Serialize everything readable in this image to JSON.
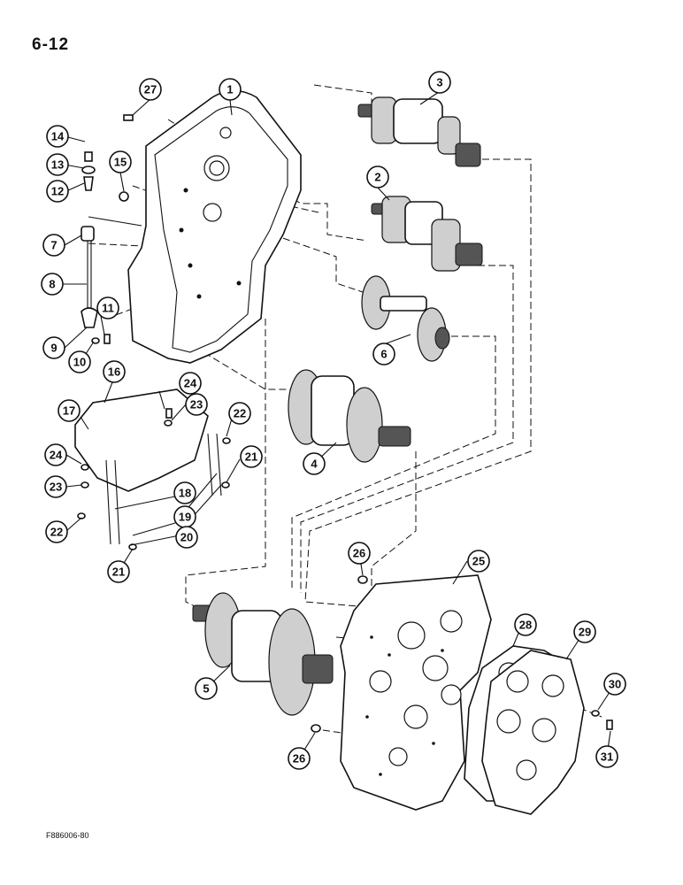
{
  "header": {
    "page_number": "6-12"
  },
  "footer": {
    "figure_code": "F886006-80"
  },
  "callouts": [
    {
      "id": "c1",
      "label": "1"
    },
    {
      "id": "c2",
      "label": "2"
    },
    {
      "id": "c3",
      "label": "3"
    },
    {
      "id": "c4",
      "label": "4"
    },
    {
      "id": "c5",
      "label": "5"
    },
    {
      "id": "c6",
      "label": "6"
    },
    {
      "id": "c7",
      "label": "7"
    },
    {
      "id": "c8",
      "label": "8"
    },
    {
      "id": "c9",
      "label": "9"
    },
    {
      "id": "c10",
      "label": "10"
    },
    {
      "id": "c11",
      "label": "11"
    },
    {
      "id": "c12",
      "label": "12"
    },
    {
      "id": "c13",
      "label": "13"
    },
    {
      "id": "c14",
      "label": "14"
    },
    {
      "id": "c15",
      "label": "15"
    },
    {
      "id": "c16",
      "label": "16"
    },
    {
      "id": "c17",
      "label": "17"
    },
    {
      "id": "c18",
      "label": "18"
    },
    {
      "id": "c19",
      "label": "19"
    },
    {
      "id": "c20",
      "label": "20"
    },
    {
      "id": "c21a",
      "label": "21"
    },
    {
      "id": "c21b",
      "label": "21"
    },
    {
      "id": "c22a",
      "label": "22"
    },
    {
      "id": "c22b",
      "label": "22"
    },
    {
      "id": "c23a",
      "label": "23"
    },
    {
      "id": "c23b",
      "label": "23"
    },
    {
      "id": "c24a",
      "label": "24"
    },
    {
      "id": "c24b",
      "label": "24"
    },
    {
      "id": "c25",
      "label": "25"
    },
    {
      "id": "c26a",
      "label": "26"
    },
    {
      "id": "c26b",
      "label": "26"
    },
    {
      "id": "c27",
      "label": "27"
    },
    {
      "id": "c28",
      "label": "28"
    },
    {
      "id": "c29",
      "label": "29"
    },
    {
      "id": "c30",
      "label": "30"
    },
    {
      "id": "c31",
      "label": "31"
    }
  ]
}
